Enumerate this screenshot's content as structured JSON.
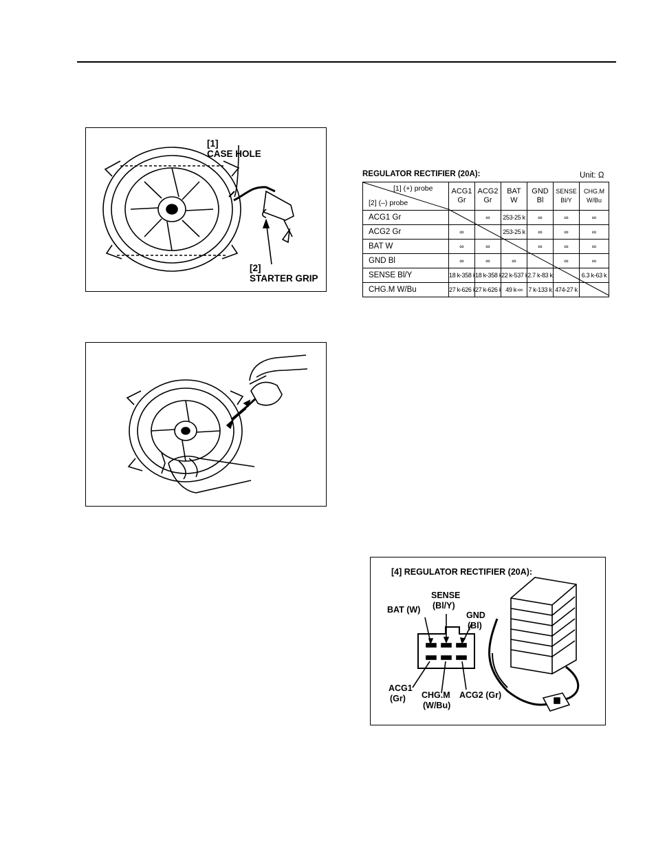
{
  "figure1": {
    "case_hole_num": "[1]",
    "case_hole_label": "CASE HOLE",
    "starter_grip_num": "[2]",
    "starter_grip_label": "STARTER GRIP"
  },
  "table": {
    "title": "REGULATOR RECTIFIER (20A):",
    "unit": "Unit: Ω",
    "positive_probe": "[1]  (+) probe",
    "negative_probe": "[2] (–) probe",
    "columns": [
      {
        "line1": "ACG1",
        "line2": "Gr"
      },
      {
        "line1": "ACG2",
        "line2": "Gr"
      },
      {
        "line1": "BAT",
        "line2": "W"
      },
      {
        "line1": "GND",
        "line2": "Bl"
      },
      {
        "line1": "SENSE",
        "line2": "Bl/Y"
      },
      {
        "line1": "CHG.M",
        "line2": "W/Bu"
      }
    ],
    "rows": [
      {
        "label": "ACG1 Gr",
        "cells": [
          "",
          "∞",
          "253-25 k",
          "∞",
          "∞",
          "∞"
        ]
      },
      {
        "label": "ACG2 Gr",
        "cells": [
          "∞",
          "",
          "253-25 k",
          "∞",
          "∞",
          "∞"
        ]
      },
      {
        "label": "BAT W",
        "cells": [
          "∞",
          "∞",
          "",
          "∞",
          "∞",
          "∞"
        ]
      },
      {
        "label": "GND Bl",
        "cells": [
          "∞",
          "∞",
          "∞",
          "",
          "∞",
          "∞"
        ]
      },
      {
        "label": "SENSE Bl/Y",
        "cells": [
          "18 k-358 k",
          "18 k-358 k",
          "22 k-537 k",
          "2.7 k-83 k",
          "",
          "6.3 k-63 k"
        ]
      },
      {
        "label": "CHG.M W/Bu",
        "cells": [
          "27 k-626 k",
          "27 k-626 k",
          "49 k-∞",
          "7 k-133 k",
          "474-27 k",
          ""
        ]
      }
    ]
  },
  "connector": {
    "title": "[4] REGULATOR RECTIFIER (20A):",
    "sense": "SENSE",
    "sense_color": "(Bl/Y)",
    "bat": "BAT (W)",
    "gnd": "GND",
    "gnd_color": "(Bl)",
    "acg1": "ACG1",
    "acg1_color": "(Gr)",
    "chgm": "CHG.M",
    "chgm_color": "(W/Bu)",
    "acg2": "ACG2 (Gr)"
  }
}
